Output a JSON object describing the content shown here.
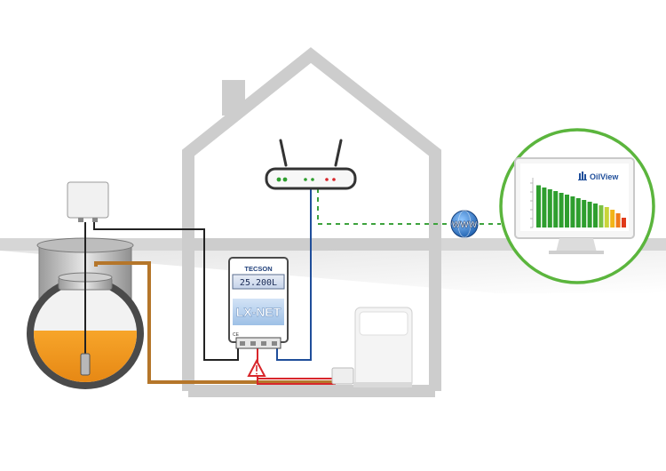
{
  "controller": {
    "brand": "TECSON",
    "display_value": "25.200L",
    "model": "LX-NET",
    "ce_mark": "CE"
  },
  "monitor": {
    "app_name": "OilView",
    "bar_levels": [
      0.95,
      0.9,
      0.86,
      0.82,
      0.78,
      0.74,
      0.7,
      0.66,
      0.62,
      0.58,
      0.54,
      0.5,
      0.46,
      0.4,
      0.32,
      0.22
    ],
    "bar_colors": [
      "#2e9e2e",
      "#2e9e2e",
      "#2e9e2e",
      "#2e9e2e",
      "#2e9e2e",
      "#2e9e2e",
      "#2e9e2e",
      "#2e9e2e",
      "#2e9e2e",
      "#2e9e2e",
      "#2e9e2e",
      "#7cc142",
      "#c9d43a",
      "#f2b418",
      "#f07a1a",
      "#e03a1a"
    ]
  },
  "globe": {
    "label": "WWW"
  },
  "colors": {
    "house": "#cfcfcf",
    "ground": "#dcdcdc",
    "oil": "#f39a1e",
    "data_cable": "#1f4e9a",
    "signal_cable": "#222222",
    "alarm_cable": "#d8262b",
    "sensor_cable": "#b5762a",
    "internet_link": "#3ea33e",
    "monitor_ring": "#5bb53d"
  }
}
